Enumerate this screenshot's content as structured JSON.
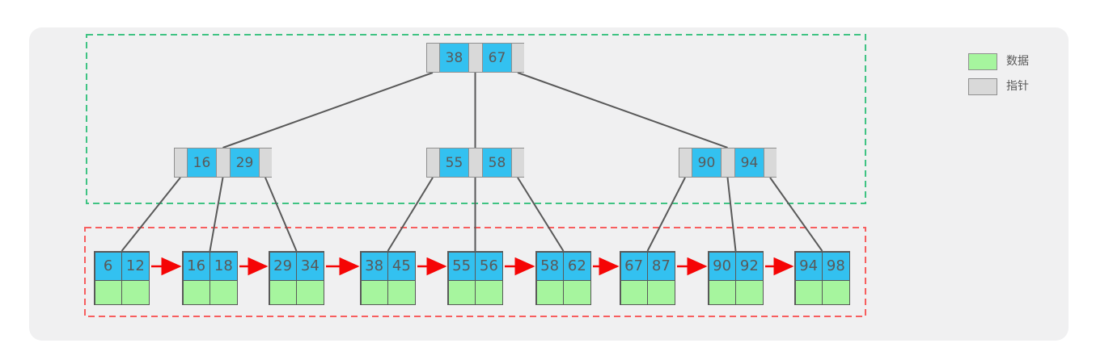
{
  "legend": {
    "items": [
      {
        "label": "数据",
        "color": "#a6f59e"
      },
      {
        "label": "指针",
        "color": "#d9d9d9"
      }
    ]
  },
  "colors": {
    "panel_bg": "#f0f0f1",
    "key_cell": "#33c1f0",
    "data_cell": "#a6f59e",
    "pointer_cell": "#d9d9d9",
    "text": "#595959",
    "connector": "#595959",
    "leaf_link_arrow": "#f50505",
    "index_region_outline": "#3fc383",
    "leaf_region_outline": "#f75e5e"
  },
  "tree": {
    "type": "b-plus-tree",
    "root": {
      "keys": [
        "38",
        "67"
      ]
    },
    "internal": [
      {
        "keys": [
          "16",
          "29"
        ]
      },
      {
        "keys": [
          "55",
          "58"
        ]
      },
      {
        "keys": [
          "90",
          "94"
        ]
      }
    ],
    "leaves": [
      {
        "keys": [
          "6",
          "12"
        ]
      },
      {
        "keys": [
          "16",
          "18"
        ]
      },
      {
        "keys": [
          "29",
          "34"
        ]
      },
      {
        "keys": [
          "38",
          "45"
        ]
      },
      {
        "keys": [
          "55",
          "56"
        ]
      },
      {
        "keys": [
          "58",
          "62"
        ]
      },
      {
        "keys": [
          "67",
          "87"
        ]
      },
      {
        "keys": [
          "90",
          "92"
        ]
      },
      {
        "keys": [
          "94",
          "98"
        ]
      }
    ]
  }
}
